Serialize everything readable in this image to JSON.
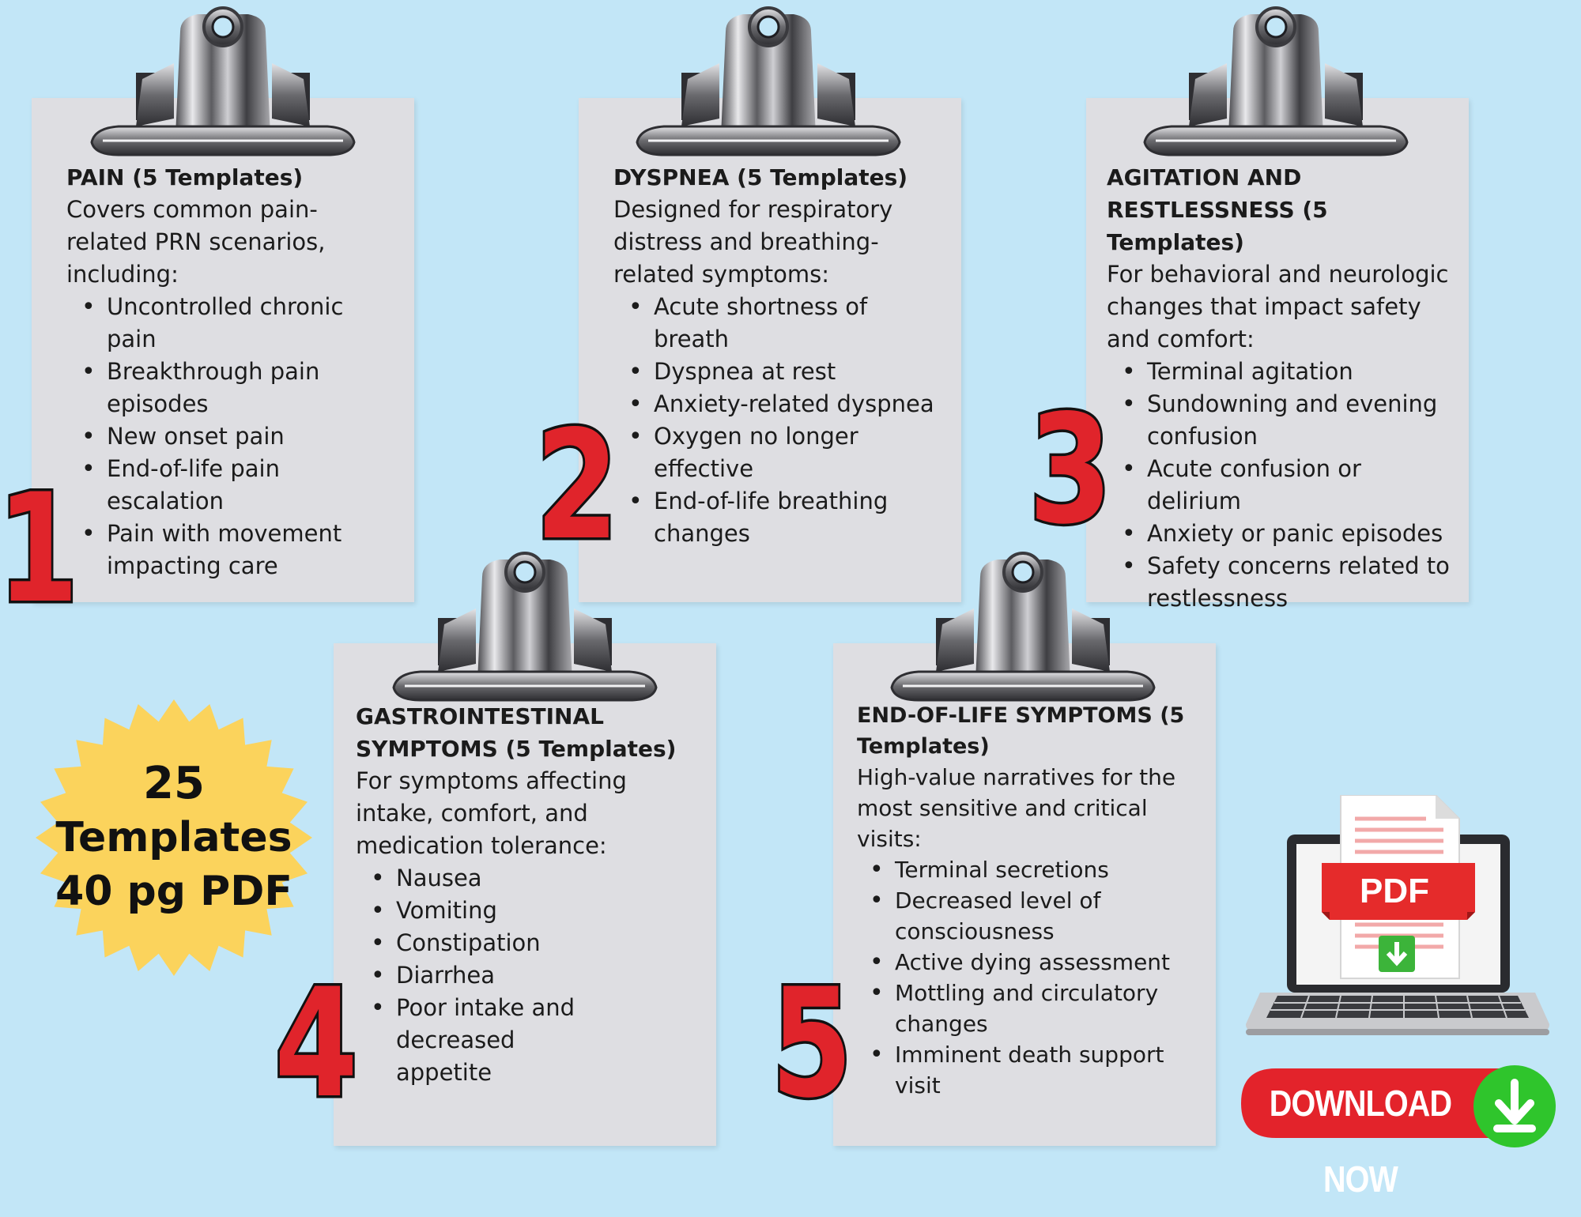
{
  "cards": [
    {
      "number": "1",
      "title": [
        "PAIN (5 Templates)"
      ],
      "intro": [
        "Covers common pain-",
        "related PRN scenarios,",
        "including:"
      ],
      "items": [
        [
          "Uncontrolled chronic",
          "pain"
        ],
        [
          "Breakthrough pain",
          "episodes"
        ],
        [
          "New onset pain"
        ],
        [
          "End-of-life pain",
          "escalation"
        ],
        [
          "Pain with movement",
          "impacting care"
        ]
      ]
    },
    {
      "number": "2",
      "title": [
        "DYSPNEA (5 Templates)"
      ],
      "intro": [
        "Designed for respiratory",
        "distress and breathing-",
        "related symptoms:"
      ],
      "items": [
        [
          "Acute shortness of",
          "breath"
        ],
        [
          "Dyspnea at rest"
        ],
        [
          "Anxiety-related dyspnea"
        ],
        [
          "Oxygen no longer",
          "effective"
        ],
        [
          "End-of-life breathing",
          "changes"
        ]
      ]
    },
    {
      "number": "3",
      "title": [
        "AGITATION AND",
        "RESTLESSNESS (5 Templates)"
      ],
      "intro": [
        "For behavioral and neurologic",
        "changes that impact safety",
        "and comfort:"
      ],
      "items": [
        [
          "Terminal agitation"
        ],
        [
          "Sundowning and evening",
          "confusion"
        ],
        [
          "Acute confusion or",
          "delirium"
        ],
        [
          "Anxiety or panic episodes"
        ],
        [
          "Safety concerns related to",
          "restlessness"
        ]
      ]
    },
    {
      "number": "4",
      "title": [
        "GASTROINTESTINAL",
        "SYMPTOMS (5 Templates)"
      ],
      "intro": [
        "For symptoms affecting",
        "intake, comfort, and",
        "medication tolerance:"
      ],
      "items": [
        [
          "Nausea"
        ],
        [
          "Vomiting"
        ],
        [
          "Constipation"
        ],
        [
          "Diarrhea"
        ],
        [
          "Poor intake and decreased",
          "appetite"
        ]
      ]
    },
    {
      "number": "5",
      "title": [
        "END-OF-LIFE SYMPTOMS (5",
        "Templates)"
      ],
      "intro": [
        "High-value narratives for the",
        "most sensitive and critical",
        "visits:"
      ],
      "items": [
        [
          "Terminal secretions"
        ],
        [
          "Decreased level of",
          "consciousness"
        ],
        [
          "Active dying assessment"
        ],
        [
          "Mottling and circulatory",
          "changes"
        ],
        [
          "Imminent death support",
          "visit"
        ]
      ]
    }
  ],
  "badge": {
    "lines": [
      "25",
      "Templates",
      "40 pg PDF"
    ]
  },
  "pdf_icon": {
    "label": "PDF"
  },
  "download_button": {
    "label": "DOWNLOAD NOW"
  },
  "colors": {
    "background": "#c2e6f7",
    "card": "#dedee2",
    "number_red": "#e0242b",
    "badge_yellow": "#fbd35c",
    "pdf_red": "#e52b2b",
    "download_green": "#2fc52c"
  }
}
